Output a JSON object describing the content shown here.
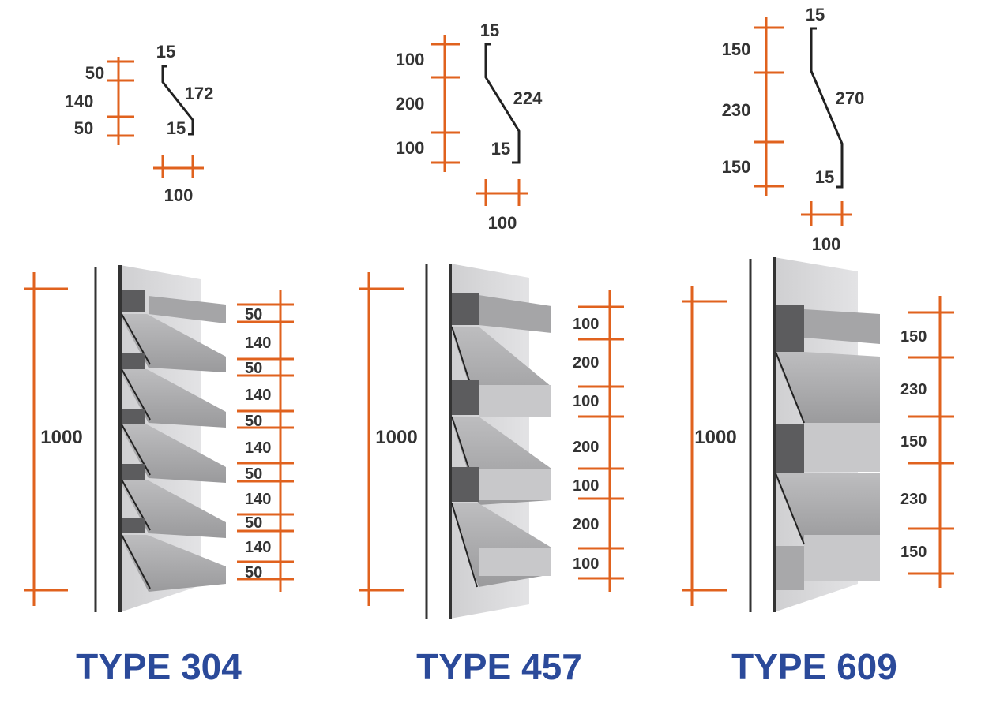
{
  "colors": {
    "dimension_line": "#e0621e",
    "title": "#2b4a9a",
    "text": "#333333",
    "profile_stroke": "#222222",
    "blade_top": "#a9a9ab",
    "blade_front": "#c8c8ca",
    "wall": "#d7d7d9",
    "channel": "#5c5c5e"
  },
  "types": [
    {
      "title": "TYPE 304",
      "profile": {
        "left_dims": [
          "50",
          "140",
          "50"
        ],
        "top_lip": "15",
        "slope": "172",
        "bottom_lip": "15",
        "width": "100"
      },
      "height": "1000",
      "right_dims": [
        "50",
        "140",
        "50",
        "140",
        "50",
        "140",
        "50",
        "140",
        "50",
        "140",
        "50"
      ]
    },
    {
      "title": "TYPE 457",
      "profile": {
        "left_dims": [
          "100",
          "200",
          "100"
        ],
        "top_lip": "15",
        "slope": "224",
        "bottom_lip": "15",
        "width": "100"
      },
      "height": "1000",
      "right_dims": [
        "100",
        "200",
        "100",
        "200",
        "100",
        "200",
        "100"
      ]
    },
    {
      "title": "TYPE 609",
      "profile": {
        "left_dims": [
          "150",
          "230",
          "150"
        ],
        "top_lip": "15",
        "slope": "270",
        "bottom_lip": "15",
        "width": "100"
      },
      "height": "1000",
      "right_dims": [
        "150",
        "230",
        "150",
        "230",
        "150"
      ]
    }
  ]
}
